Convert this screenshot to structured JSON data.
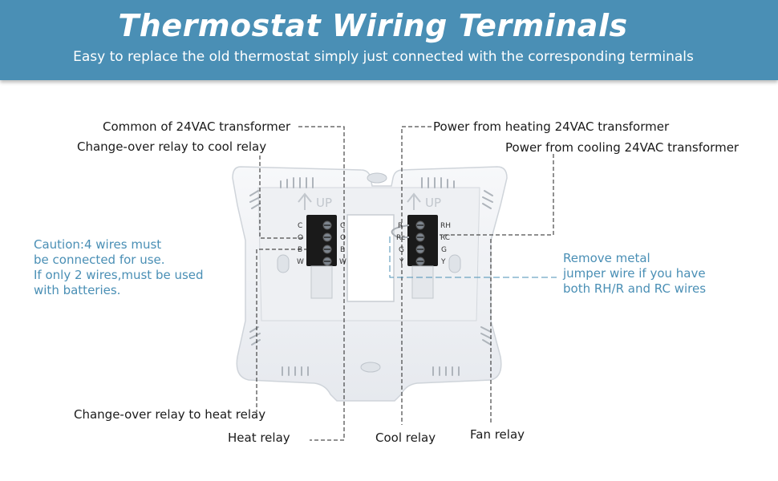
{
  "header": {
    "title": "Thermostat Wiring Terminals",
    "subtitle": "Easy to replace the old thermostat simply just connected with the corresponding terminals"
  },
  "labels": {
    "common": "Common of 24VAC transformer",
    "changeover_cool": "Change-over relay to cool relay",
    "power_heating": "Power from heating 24VAC transformer",
    "power_cooling": "Power from cooling 24VAC transformer",
    "changeover_heat": "Change-over relay to heat relay",
    "heat_relay": "Heat relay",
    "cool_relay": "Cool relay",
    "fan_relay": "Fan relay"
  },
  "caution": {
    "line1": "Caution:4 wires must",
    "line2": "be connected for use.",
    "line3": "If only 2 wires,must be used",
    "line4": "with batteries."
  },
  "jumper_note": {
    "line1": "Remove metal",
    "line2": "jumper wire if you have",
    "line3": "both RH/R and RC wires"
  },
  "plate": {
    "up_label": "UP",
    "left_terminals": [
      "C",
      "O",
      "B",
      "W"
    ],
    "right_terminals": [
      "RH",
      "RC",
      "G",
      "Y"
    ],
    "right_inner_letters": [
      "R",
      "Rc",
      "G",
      "Y"
    ]
  },
  "colors": {
    "banner": "#4a8fb5",
    "note": "#4a8fb5",
    "text": "#1a1a1a"
  }
}
